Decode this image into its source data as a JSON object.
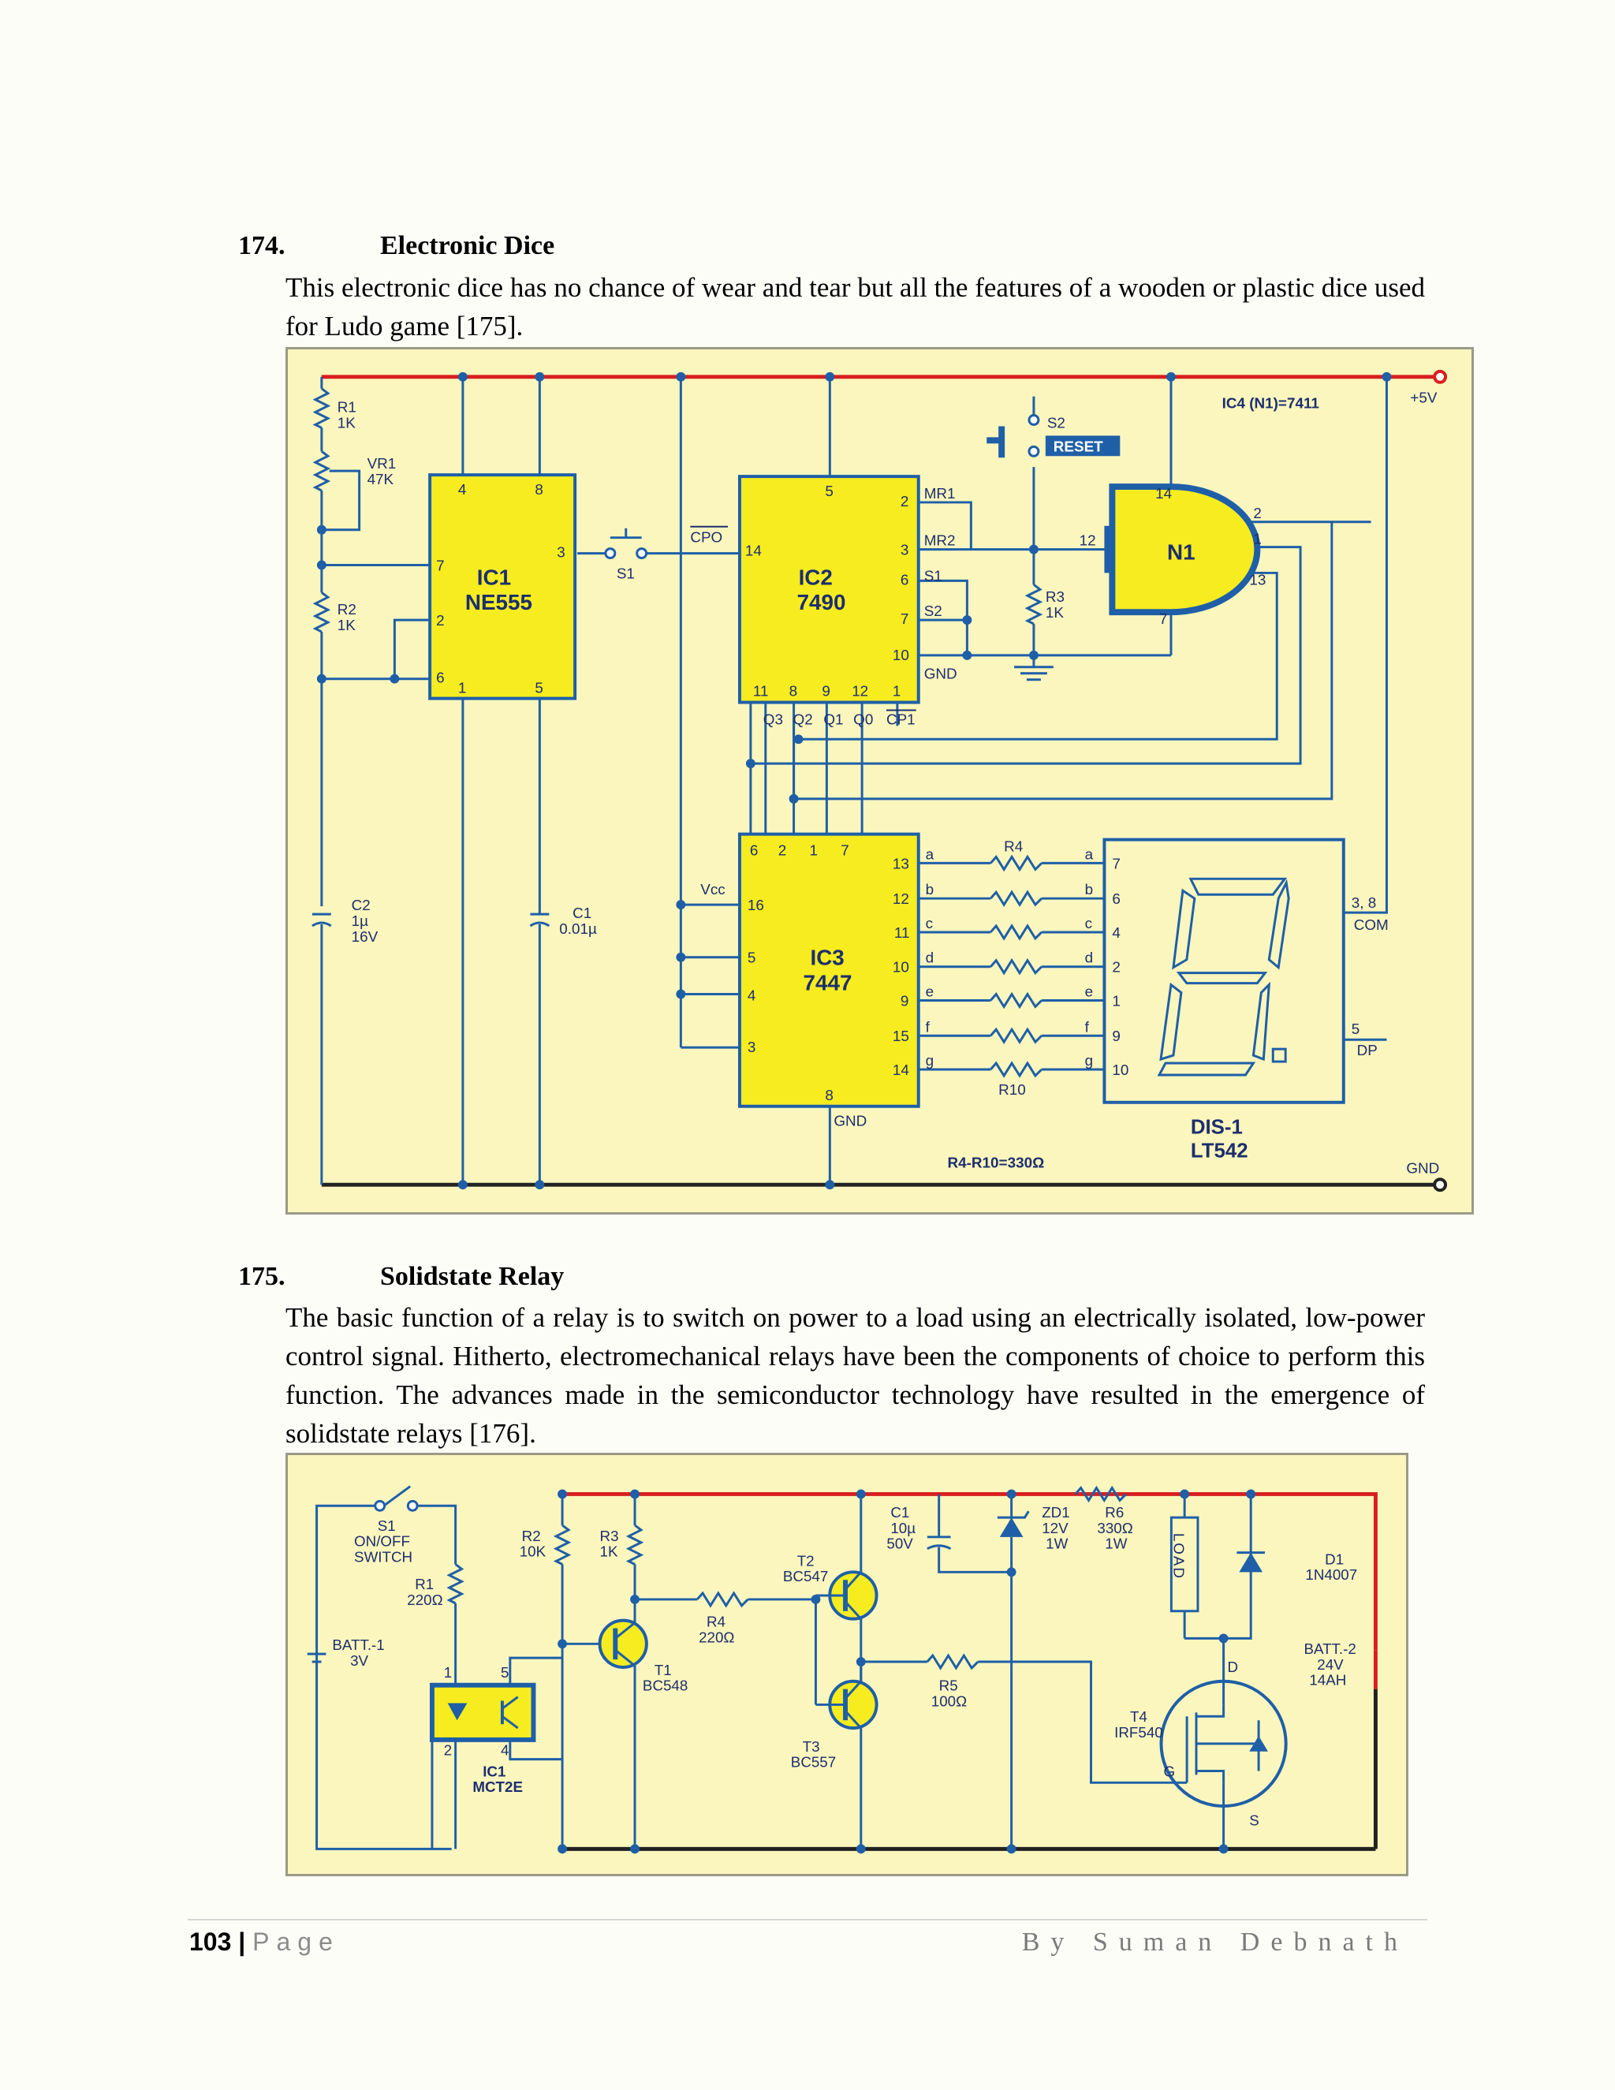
{
  "sections": [
    {
      "number": "174.",
      "title": "Electronic Dice",
      "text": "This electronic dice has no chance of wear and tear but all the features of a wooden or plastic dice used for Ludo game [175]."
    },
    {
      "number": "175.",
      "title": "Solidstate Relay",
      "text": "The basic function of a relay is to switch on power to a load using an electrically isolated, low-power control signal. Hitherto, electromechanical relays have been the components of choice to perform this function. The advances made in the semiconductor technology have resulted in the emergence of solidstate relays [176]."
    }
  ],
  "dice_circuit": {
    "supply": "+5V",
    "ground": "GND",
    "ic4_note": "IC4 (N1)=7411",
    "r1": "R1",
    "r1_val": "1K",
    "vr1": "VR1",
    "vr1_val": "47K",
    "r2": "R2",
    "r2_val": "1K",
    "c2": "C2",
    "c2_val1": "1µ",
    "c2_val2": "16V",
    "c1": "C1",
    "c1_val": "0.01µ",
    "ic1": "IC1",
    "ic1_part": "NE555",
    "s1": "S1",
    "cpo": "CPO",
    "ic2": "IC2",
    "ic2_part": "7490",
    "mr1": "MR1",
    "mr2": "MR2",
    "s1_pin": "S1",
    "s2_pin": "S2",
    "gnd_pin": "GND",
    "q3": "Q3",
    "q2": "Q2",
    "q1": "Q1",
    "q0": "Q0",
    "cp1": "CP1",
    "s2": "S2",
    "reset": "RESET",
    "r3": "R3",
    "r3_val": "1K",
    "n1": "N1",
    "ic3": "IC3",
    "ic3_part": "7447",
    "vcc": "Vcc",
    "r4": "R4",
    "r10": "R10",
    "r_note": "R4-R10=330Ω",
    "segments": [
      "a",
      "b",
      "c",
      "d",
      "e",
      "f",
      "g"
    ],
    "ic3_out_pins": [
      "13",
      "12",
      "11",
      "10",
      "9",
      "15",
      "14"
    ],
    "dis_pins": [
      "7",
      "6",
      "4",
      "2",
      "1",
      "9",
      "10"
    ],
    "dis": "DIS-1",
    "dis_part": "LT542",
    "com_pins": "3, 8",
    "com": "COM",
    "dp_pin": "5",
    "dp": "DP",
    "ic3_gnd": "GND"
  },
  "relay_circuit": {
    "s1": "S1",
    "s1_l2": "ON/OFF",
    "s1_l3": "SWITCH",
    "r1": "R1",
    "r1_val": "220Ω",
    "batt1": "BATT.-1",
    "batt1_val": "3V",
    "r2": "R2",
    "r2_val": "10K",
    "r3": "R3",
    "r3_val": "1K",
    "r4": "R4",
    "r4_val": "220Ω",
    "t1": "T1",
    "t1_part": "BC548",
    "t2": "T2",
    "t2_part": "BC547",
    "t3": "T3",
    "t3_part": "BC557",
    "c1": "C1",
    "c1_val1": "10µ",
    "c1_val2": "50V",
    "zd1": "ZD1",
    "zd1_val1": "12V",
    "zd1_val2": "1W",
    "r6": "R6",
    "r6_val1": "330Ω",
    "r6_val2": "1W",
    "load": "LOAD",
    "d1": "D1",
    "d1_part": "1N4007",
    "r5": "R5",
    "r5_val": "100Ω",
    "t4": "T4",
    "t4_part": "IRF540",
    "batt2": "BATT.-2",
    "batt2_val1": "24V",
    "batt2_val2": "14AH",
    "ic1": "IC1",
    "ic1_part": "MCT2E",
    "pin1": "1",
    "pin2": "2",
    "pin4": "4",
    "pin5": "5",
    "d": "D",
    "g": "G",
    "s": "S"
  },
  "footer": {
    "page_number": "103",
    "separator": "|",
    "page_word": "Page",
    "author": "By Suman Debnath"
  },
  "colors": {
    "figure_bg": "#fbf6bd",
    "ic_fill": "#f6ec1f",
    "wire": "#1e5fa8",
    "supply_rail": "#d81f1f",
    "ground_rail": "#222222"
  }
}
